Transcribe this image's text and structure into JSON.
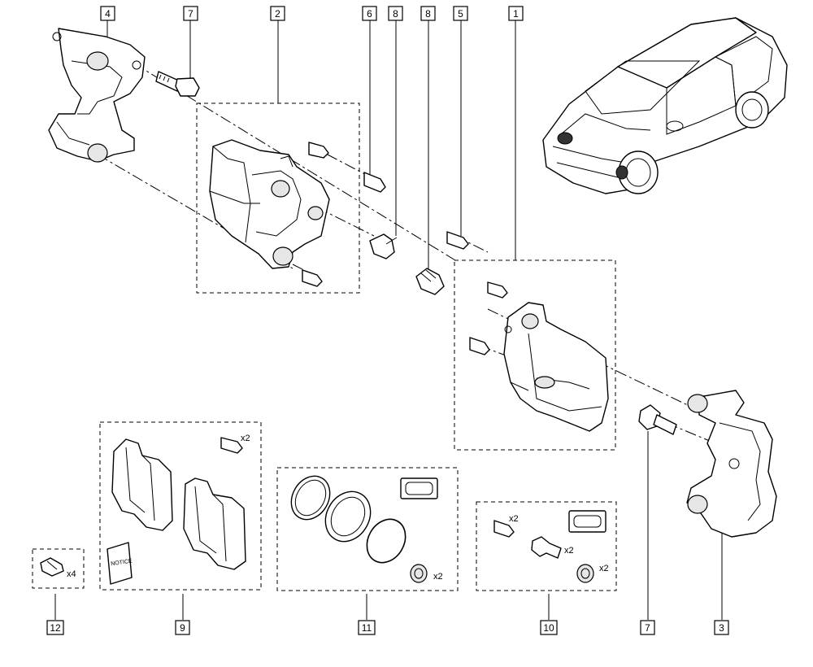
{
  "callouts": {
    "c1": "1",
    "c2": "2",
    "c3": "3",
    "c4": "4",
    "c5": "5",
    "c6": "6",
    "c7_top": "7",
    "c7_bottom": "7",
    "c8_left": "8",
    "c8_right": "8",
    "c9": "9",
    "c10": "10",
    "c11": "11",
    "c12": "12"
  },
  "quantities": {
    "pad_bolts": "x2",
    "clip": "x4",
    "seal_boot": "x2",
    "kit_bolt": "x2",
    "kit_pin": "x2",
    "kit_boot": "x2"
  },
  "icons": [
    "car-illustration",
    "brake-caliper",
    "caliper-bracket",
    "brake-pad",
    "bolt",
    "guide-pin",
    "piston-seal",
    "dust-boot",
    "grease-sachet",
    "instruction-leaflet",
    "pad-clip"
  ]
}
